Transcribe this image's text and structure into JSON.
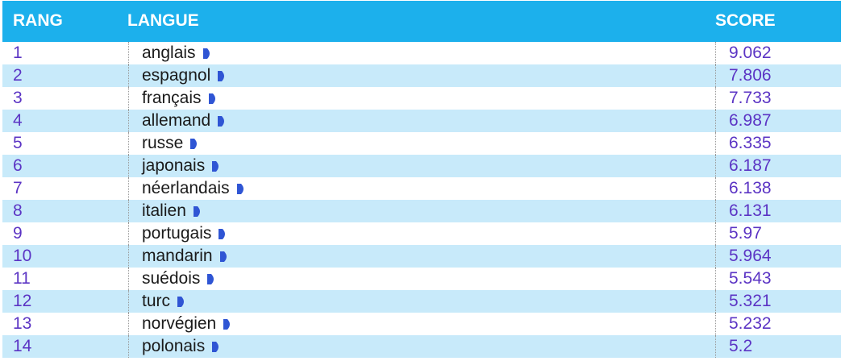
{
  "table": {
    "headers": {
      "rang": "RANG",
      "langue": "LANGUE",
      "score": "SCORE"
    },
    "rows": [
      {
        "rang": "1",
        "langue": "anglais",
        "score": "9.062"
      },
      {
        "rang": "2",
        "langue": "espagnol",
        "score": "7.806"
      },
      {
        "rang": "3",
        "langue": "français",
        "score": "7.733"
      },
      {
        "rang": "4",
        "langue": "allemand",
        "score": "6.987"
      },
      {
        "rang": "5",
        "langue": "russe",
        "score": "6.335"
      },
      {
        "rang": "6",
        "langue": "japonais",
        "score": "6.187"
      },
      {
        "rang": "7",
        "langue": "néerlandais",
        "score": "6.138"
      },
      {
        "rang": "8",
        "langue": "italien",
        "score": "6.131"
      },
      {
        "rang": "9",
        "langue": "portugais",
        "score": "5.97"
      },
      {
        "rang": "10",
        "langue": "mandarin",
        "score": "5.964"
      },
      {
        "rang": "11",
        "langue": "suédois",
        "score": "5.543"
      },
      {
        "rang": "12",
        "langue": "turc",
        "score": "5.321"
      },
      {
        "rang": "13",
        "langue": "norvégien",
        "score": "5.232"
      },
      {
        "rang": "14",
        "langue": "polonais",
        "score": "5.2"
      }
    ]
  },
  "colors": {
    "header_bg": "#1cb0ec",
    "row_alt_bg": "#c8eafa",
    "number_color": "#5b34c4",
    "arrow_color": "#2f55d4"
  },
  "icons": {
    "language_link": "play-arrow-icon"
  }
}
